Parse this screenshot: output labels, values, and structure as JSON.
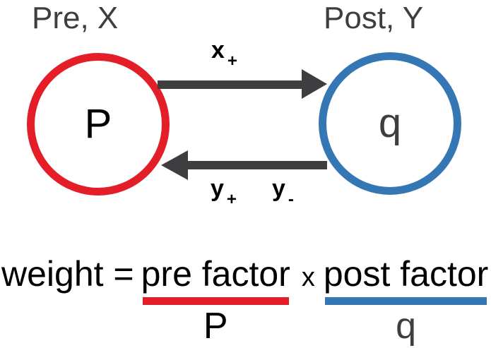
{
  "colors": {
    "pre_red": "#e31e28",
    "post_blue": "#3577b5",
    "arrow_gray": "#3e3e40",
    "text_black": "#000000"
  },
  "diagram": {
    "pre_title": "Pre, X",
    "post_title": "Post, Y",
    "pre_node_label": "P",
    "post_node_label": "q",
    "forward_label_base": "x",
    "forward_label_sub": "+",
    "backward_label1_base": "y",
    "backward_label1_sub": "+",
    "backward_label2_base": "y",
    "backward_label2_sub": "-"
  },
  "formula": {
    "lhs": "weight =",
    "pre_factor": "pre factor",
    "operator": "x",
    "post_factor": "post factor",
    "pre_value": "P",
    "post_value": "q"
  }
}
